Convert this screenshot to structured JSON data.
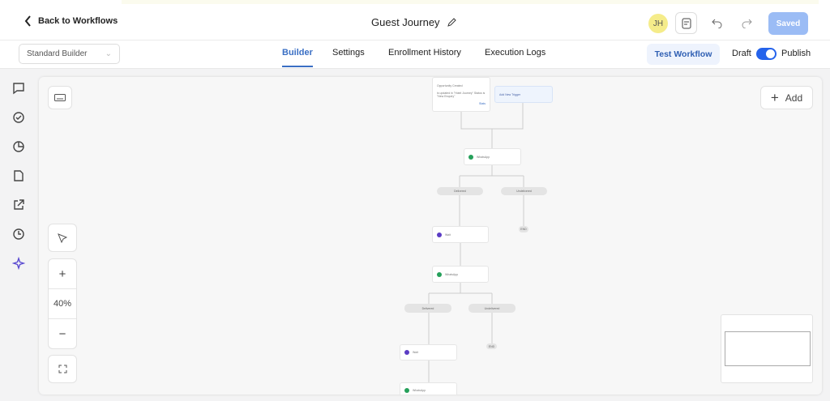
{
  "header": {
    "back_label": "Back to Workflows",
    "title": "Guest Journey",
    "avatar_initials": "JH",
    "saved_label": "Saved"
  },
  "toolbar": {
    "builder_select": "Standard Builder",
    "tabs": [
      {
        "label": "Builder",
        "active": true
      },
      {
        "label": "Settings"
      },
      {
        "label": "Enrollment History"
      },
      {
        "label": "Execution Logs"
      }
    ],
    "test_label": "Test Workflow",
    "draft_label": "Draft",
    "publish_label": "Publish",
    "publish_on": true
  },
  "sidebar": {
    "icons": [
      "chat-icon",
      "check-circle-icon",
      "pie-chart-icon",
      "file-icon",
      "external-link-icon",
      "history-icon",
      "sparkle-icon"
    ]
  },
  "canvas": {
    "add_label": "Add",
    "zoom_level": "40%",
    "zoom_in": "+",
    "zoom_out": "−"
  },
  "workflow": {
    "trigger": {
      "title": "Opportunity Created",
      "desc": "is updated in \"Hotel Journey\" Status is \"New Enquiry\"",
      "edit": "Stats"
    },
    "add_trigger": "Add New Trigger",
    "whatsapp": "WhatsApp",
    "wait": "Wait",
    "delivered": "Delivered",
    "undelivered": "Undelivered",
    "end": "END"
  },
  "colors": {
    "accent": "#3a6fc4",
    "whatsapp": "#25a05a",
    "wait": "#5b3cc4",
    "saved": "#9bbcf5"
  }
}
